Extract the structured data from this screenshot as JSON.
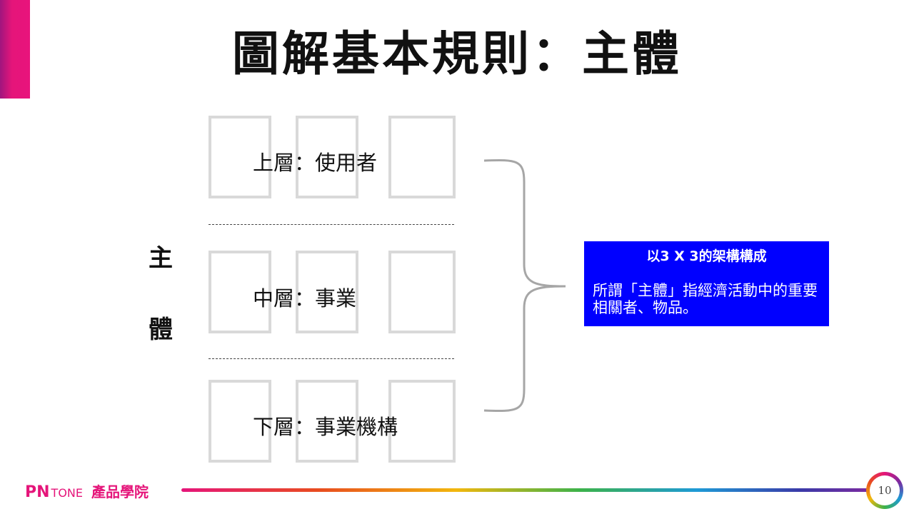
{
  "slide": {
    "title": "圖解基本規則：主體",
    "side_label_top": "主",
    "side_label_bottom": "體",
    "layers": [
      {
        "label": "上層：使用者"
      },
      {
        "label": "中層：事業"
      },
      {
        "label": "下層：事業機構"
      }
    ],
    "info_box": {
      "title": "以3 X 3的架構構成",
      "body": "所謂「主體」指經濟活動中的重要相關者、物品。"
    },
    "page_number": "10"
  },
  "footer": {
    "logo_mark": "PN",
    "logo_tone": "TONE",
    "logo_school": "產品學院"
  },
  "colors": {
    "accent_pink": "#e5157a",
    "info_box_blue": "#0000ff",
    "cell_border": "#d9d9d9",
    "brace": "#a6a6a6"
  }
}
